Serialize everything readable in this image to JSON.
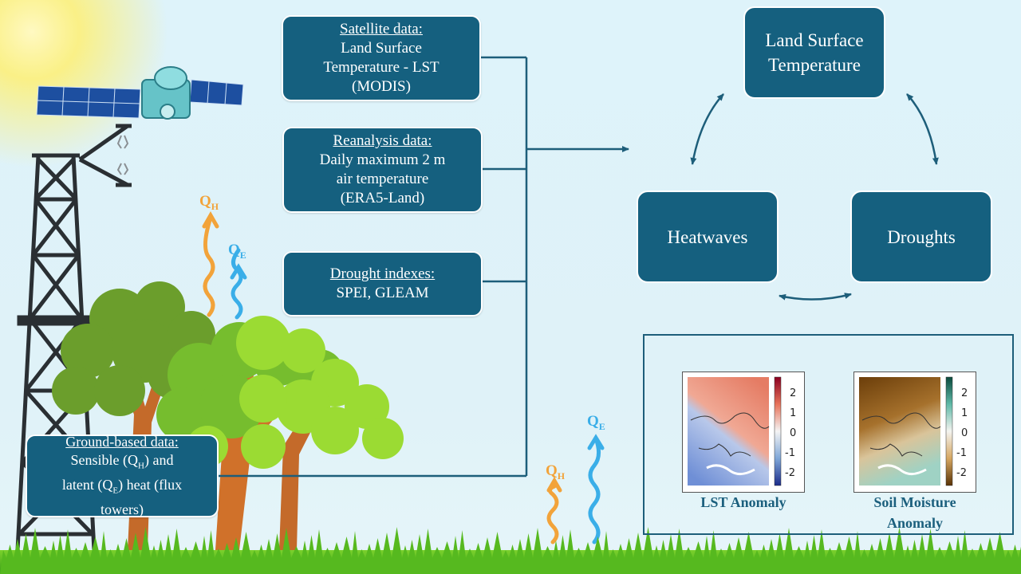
{
  "boxes": {
    "satellite": {
      "header": "Satellite data:",
      "lines": [
        "Land Surface",
        "Temperature - LST",
        "(MODIS)"
      ]
    },
    "reanalysis": {
      "header": "Reanalysis data:",
      "lines": [
        "Daily maximum 2 m",
        "air temperature",
        "(ERA5-Land)"
      ]
    },
    "drought": {
      "header": "Drought indexes:",
      "lines": [
        "SPEI, GLEAM"
      ]
    },
    "ground": {
      "header": "Ground-based data:"
    }
  },
  "cycle": {
    "lst": [
      "Land Surface",
      "Temperature"
    ],
    "heatwaves": "Heatwaves",
    "droughts": "Droughts"
  },
  "flux_labels": {
    "q": "Q",
    "h": "H",
    "e": "E"
  },
  "maps": {
    "lst": {
      "caption": "LST Anomaly",
      "ticks": [
        "2",
        "1",
        "0",
        "-1",
        "-2"
      ]
    },
    "soil": {
      "caption": [
        "Soil Moisture",
        "Anomaly"
      ],
      "ticks": [
        "2",
        "1",
        "0",
        "-1",
        "-2"
      ]
    }
  },
  "colors": {
    "box_fill": "#15607f",
    "sensible_heat": "#f2a33a",
    "latent_heat": "#3aaee8",
    "grass": "#4db520"
  }
}
